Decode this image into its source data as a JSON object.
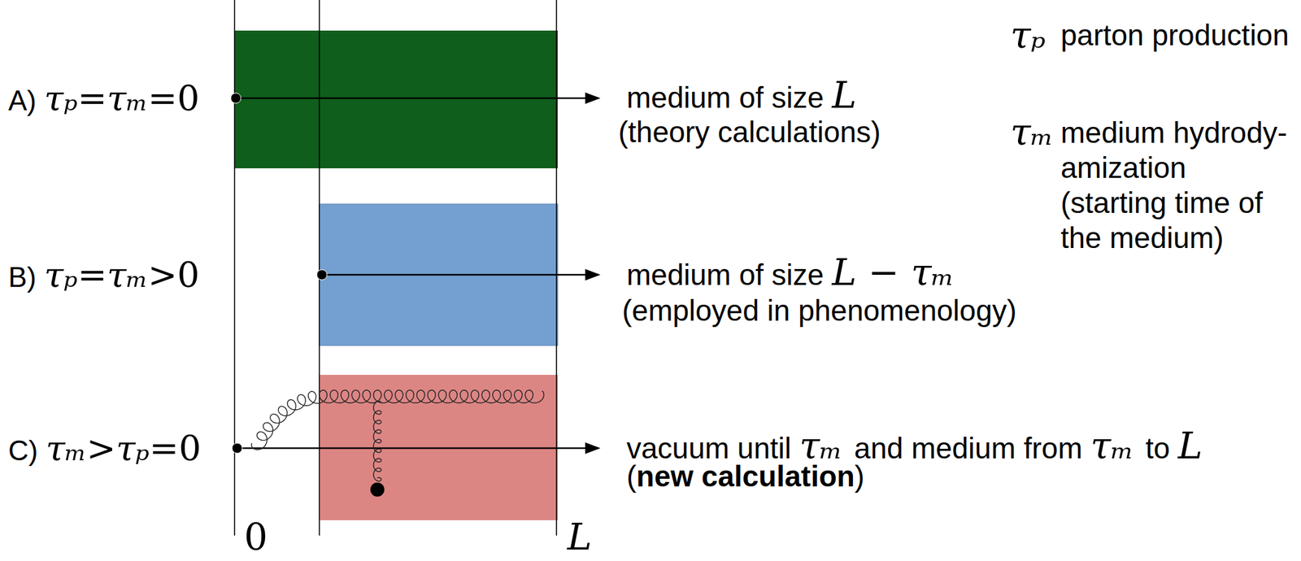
{
  "diagram": {
    "labels": [
      "A) τₚ=τₘ=0",
      "medium of size L",
      "(theory calculations)",
      "τₚ",
      "parton production",
      "τₘ",
      "medium hydrody- amization (starting time of the medium)",
      "B) τₚ=τₘ>0",
      "medium of size L − τₘ",
      "(employed in phenomenology)",
      "C) τₘ>τₚ=0",
      "vacuum until τₘ and medium from τₘ to L",
      "(new calculation)",
      "0",
      "L"
    ]
  }
}
